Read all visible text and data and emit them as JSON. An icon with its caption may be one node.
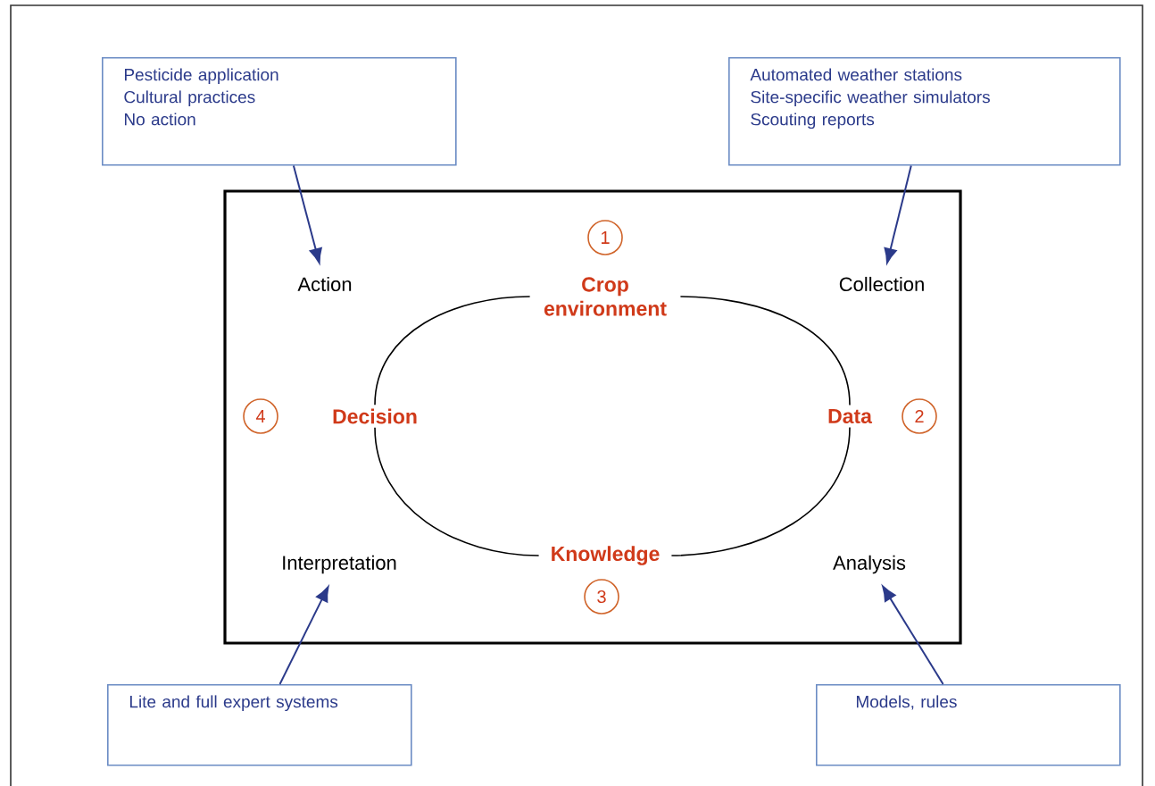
{
  "diagram": {
    "nodes": [
      {
        "text": [],
        "shape": "box"
      },
      {
        "text": [
          "Pesticide application",
          "Cultural practices",
          "No action"
        ]
      },
      {
        "text": [
          "Automated weather stations",
          "Site-specific weather simulators",
          "Scouting reports"
        ]
      },
      {
        "text": [
          "1"
        ],
        "in": 0
      },
      {
        "text": [
          "Action"
        ],
        "in": 0
      },
      {
        "text": [
          "Crop environment"
        ],
        "in": 0
      },
      {
        "text": [
          "Collection"
        ],
        "in": 0
      },
      {
        "text": [
          "4"
        ],
        "in": 0
      },
      {
        "text": [
          "Decision"
        ],
        "in": 0
      },
      {
        "text": [
          "Data"
        ],
        "in": 0
      },
      {
        "text": [
          "2"
        ],
        "in": 0
      },
      {
        "text": [
          "Interpretation"
        ],
        "in": 0
      },
      {
        "text": [
          "Knowledge"
        ],
        "in": 0
      },
      {
        "text": [
          "Analysis"
        ],
        "in": 0
      },
      {
        "text": [
          "3"
        ],
        "in": 0
      },
      {
        "text": [
          "Lite and full expert systems"
        ]
      },
      {
        "text": [
          "Models, rules"
        ]
      }
    ],
    "edges": [
      {
        "from": 1,
        "to": 4,
        "arrow": "to"
      },
      {
        "from": 2,
        "to": 6,
        "arrow": "to"
      },
      {
        "from": 5,
        "to": 8,
        "arrow": "none",
        "color": "#000000"
      },
      {
        "from": 5,
        "to": 9,
        "arrow": "none",
        "color": "#000000"
      },
      {
        "from": 8,
        "to": 12,
        "arrow": "none",
        "color": "#000000"
      },
      {
        "from": 12,
        "to": 9,
        "arrow": "none",
        "color": "#000000"
      },
      {
        "from": 15,
        "to": 11,
        "arrow": "to"
      },
      {
        "from": 16,
        "to": 13,
        "arrow": "to"
      }
    ]
  }
}
